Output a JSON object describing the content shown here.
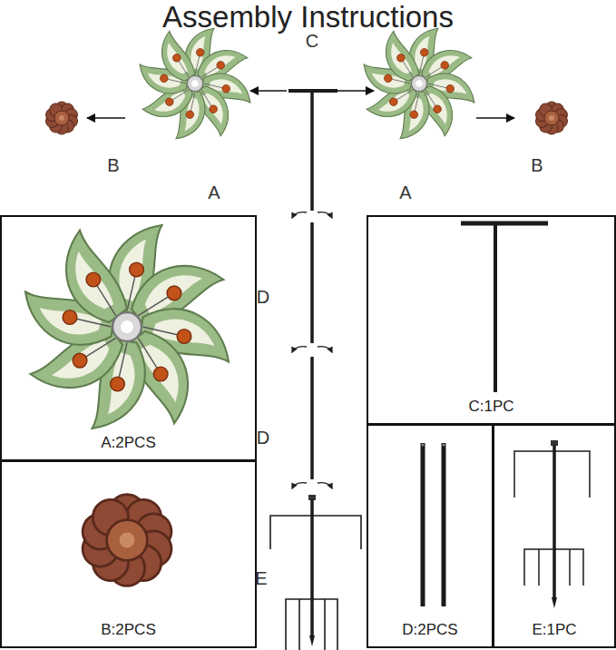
{
  "diagram": {
    "title": "Assembly Instructions",
    "nodes": [
      {
        "text": [
          "A:2PCS"
        ]
      },
      {
        "text": [
          "C:1PC"
        ]
      },
      {
        "text": [
          "D:2PCS"
        ]
      },
      {
        "text": [
          "E:1PC"
        ]
      },
      {
        "text": [
          "B:2PCS"
        ]
      }
    ],
    "labels": [
      "C",
      "B",
      "B",
      "A",
      "A",
      "D",
      "D",
      "E"
    ]
  }
}
